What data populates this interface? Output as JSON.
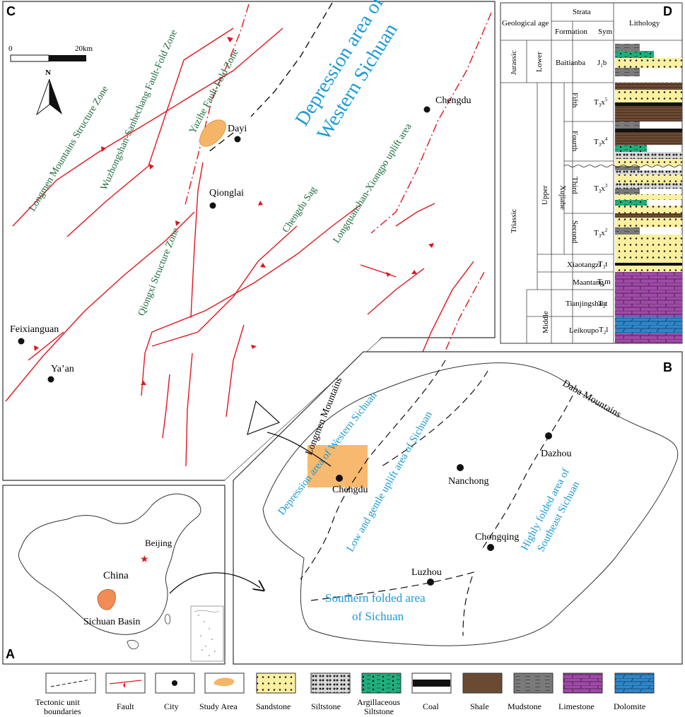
{
  "panels": {
    "c_letter": "C",
    "d_letter": "D",
    "b_letter": "B",
    "a_letter": "A"
  },
  "panel_c": {
    "scale_zero": "0",
    "scale_max": "20km",
    "north": "N",
    "cities": {
      "chengdu": "Chengdu",
      "dayi": "Dayi",
      "qionglai": "Qionglai",
      "feixianguan": "Feixianguan",
      "yaan": "Ya’an"
    },
    "zones": {
      "longmen": "Longmen Mountains Structure Zone",
      "wuzhongshan": "Wuzhongshan-Sanhechang Fault-Fold Zone",
      "yazihe": "Yazihe Fault-Fold Zone",
      "qiongxi": "Qiongxi Structure Zone",
      "chengdu_sag": "Chengdu Sag",
      "longquanshan": "Longquanshan-Xiongpo uplift area",
      "depression_line1": "Depression area of",
      "depression_line2": "Western Sichuan"
    }
  },
  "panel_d": {
    "headers": {
      "geological_age": "Geological age",
      "strata": "Strata",
      "formation": "Formation",
      "sym": "Sym",
      "lithology": "Lithology"
    },
    "systems": [
      "Jurassic",
      "Triassic"
    ],
    "series": [
      "Lower",
      "Upper",
      "Middle"
    ],
    "formations": [
      "Baitianba",
      "Xujiahe",
      "Xiaotangzi",
      "Maantang",
      "Tianjingshan",
      "Leikoupo"
    ],
    "members": [
      "Fifth",
      "Fourth",
      "Third",
      "Second"
    ],
    "symbols": {
      "baitianba": [
        "J",
        "1",
        "b"
      ],
      "fifth": [
        "T",
        "3",
        "x",
        "5"
      ],
      "fourth": [
        "T",
        "3",
        "x",
        "4"
      ],
      "third": [
        "T",
        "3",
        "x",
        "3"
      ],
      "second": [
        "T",
        "3",
        "x",
        "2"
      ],
      "xiaotangzi": [
        "T",
        "3",
        "t"
      ],
      "maantang": [
        "T",
        "3",
        "m"
      ],
      "tianjingshan": [
        "T",
        "2",
        "t"
      ],
      "leikoupo": [
        "T",
        "2",
        "l"
      ]
    }
  },
  "panel_b": {
    "mountains": {
      "longmen": "Longmen Mountains",
      "daba": "Daba Mountains"
    },
    "cities": {
      "chengdu": "Chengdu",
      "nanchong": "Nanchong",
      "dazhou": "Dazhou",
      "chongqing": "Chongqing",
      "luzhou": "Luzhou"
    },
    "areas": {
      "depression": "Depression area of Western Sichuan",
      "low_uplift": "Low and gentle uplift area of Sichuan",
      "highly_folded_1": "Highly folded area of",
      "highly_folded_2": "Southeast Sichuan",
      "southern_1": "Southern folded area",
      "southern_2": "of Sichuan"
    }
  },
  "panel_a": {
    "beijing": "Beijing",
    "china": "China",
    "sichuan_basin": "Sichuan Basin"
  },
  "legend": [
    {
      "label": [
        "Tectonic unit",
        "boundaries"
      ],
      "icon": "tectonic-boundary"
    },
    {
      "label": [
        "Fault"
      ],
      "icon": "fault"
    },
    {
      "label": [
        "City"
      ],
      "icon": "city"
    },
    {
      "label": [
        "Study Area"
      ],
      "icon": "study-area"
    },
    {
      "label": [
        "Sandstone"
      ],
      "icon": "sandstone"
    },
    {
      "label": [
        "Siltstone"
      ],
      "icon": "siltstone"
    },
    {
      "label": [
        "Argillaceous",
        "Siltstone"
      ],
      "icon": "argillaceous-siltstone"
    },
    {
      "label": [
        "Coal"
      ],
      "icon": "coal"
    },
    {
      "label": [
        "Shale"
      ],
      "icon": "shale"
    },
    {
      "label": [
        "Mudstone"
      ],
      "icon": "mudstone"
    },
    {
      "label": [
        "Limestone"
      ],
      "icon": "limestone"
    },
    {
      "label": [
        "Dolomite"
      ],
      "icon": "dolomite"
    }
  ],
  "colors": {
    "fault": "#e0161e",
    "zone_text": "#1b6b3a",
    "area_text": "#1a9ad6",
    "study_area": "#f5b567",
    "sandstone": "#fbf0a0",
    "siltstone": "#d9d9d9",
    "argillaceous": "#1fae7c",
    "coal": "#111111",
    "shale": "#6b4a33",
    "mudstone": "#777777",
    "limestone": "#a04aa8",
    "dolomite": "#2f86c9"
  }
}
